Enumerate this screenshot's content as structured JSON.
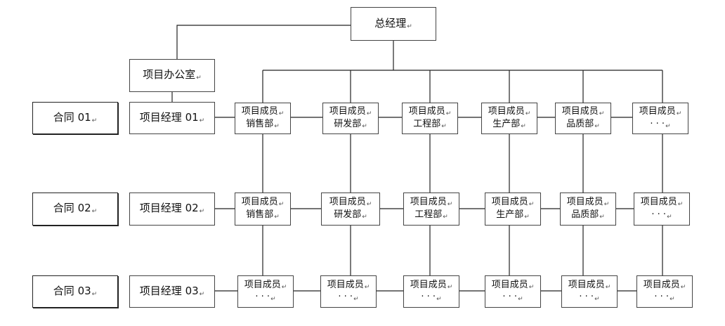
{
  "return_mark": "↵",
  "top": {
    "general_manager": "总经理",
    "project_office": "项目办公室"
  },
  "rows": [
    {
      "contract": "合同 01",
      "manager": "项目经理 01",
      "members": [
        {
          "line1": "项目成员",
          "line2": "销售部"
        },
        {
          "line1": "项目成员",
          "line2": "研发部"
        },
        {
          "line1": "项目成员",
          "line2": "工程部"
        },
        {
          "line1": "项目成员",
          "line2": "生产部"
        },
        {
          "line1": "项目成员",
          "line2": "品质部"
        },
        {
          "line1": "项目成员",
          "line2": "· · ·"
        }
      ]
    },
    {
      "contract": "合同 02",
      "manager": "项目经理 02",
      "members": [
        {
          "line1": "项目成员",
          "line2": "销售部"
        },
        {
          "line1": "项目成员",
          "line2": "研发部"
        },
        {
          "line1": "项目成员",
          "line2": "工程部"
        },
        {
          "line1": "项目成员",
          "line2": "生产部"
        },
        {
          "line1": "项目成员",
          "line2": "品质部"
        },
        {
          "line1": "项目成员",
          "line2": "· · ·"
        }
      ]
    },
    {
      "contract": "合同 03",
      "manager": "项目经理 03",
      "members": [
        {
          "line1": "项目成员",
          "line2": "· · ·"
        },
        {
          "line1": "项目成员",
          "line2": "· · ·"
        },
        {
          "line1": "项目成员",
          "line2": "· · ·"
        },
        {
          "line1": "项目成员",
          "line2": "· · ·"
        },
        {
          "line1": "项目成员",
          "line2": "· · ·"
        },
        {
          "line1": "项目成员",
          "line2": "· · ·"
        }
      ]
    }
  ]
}
